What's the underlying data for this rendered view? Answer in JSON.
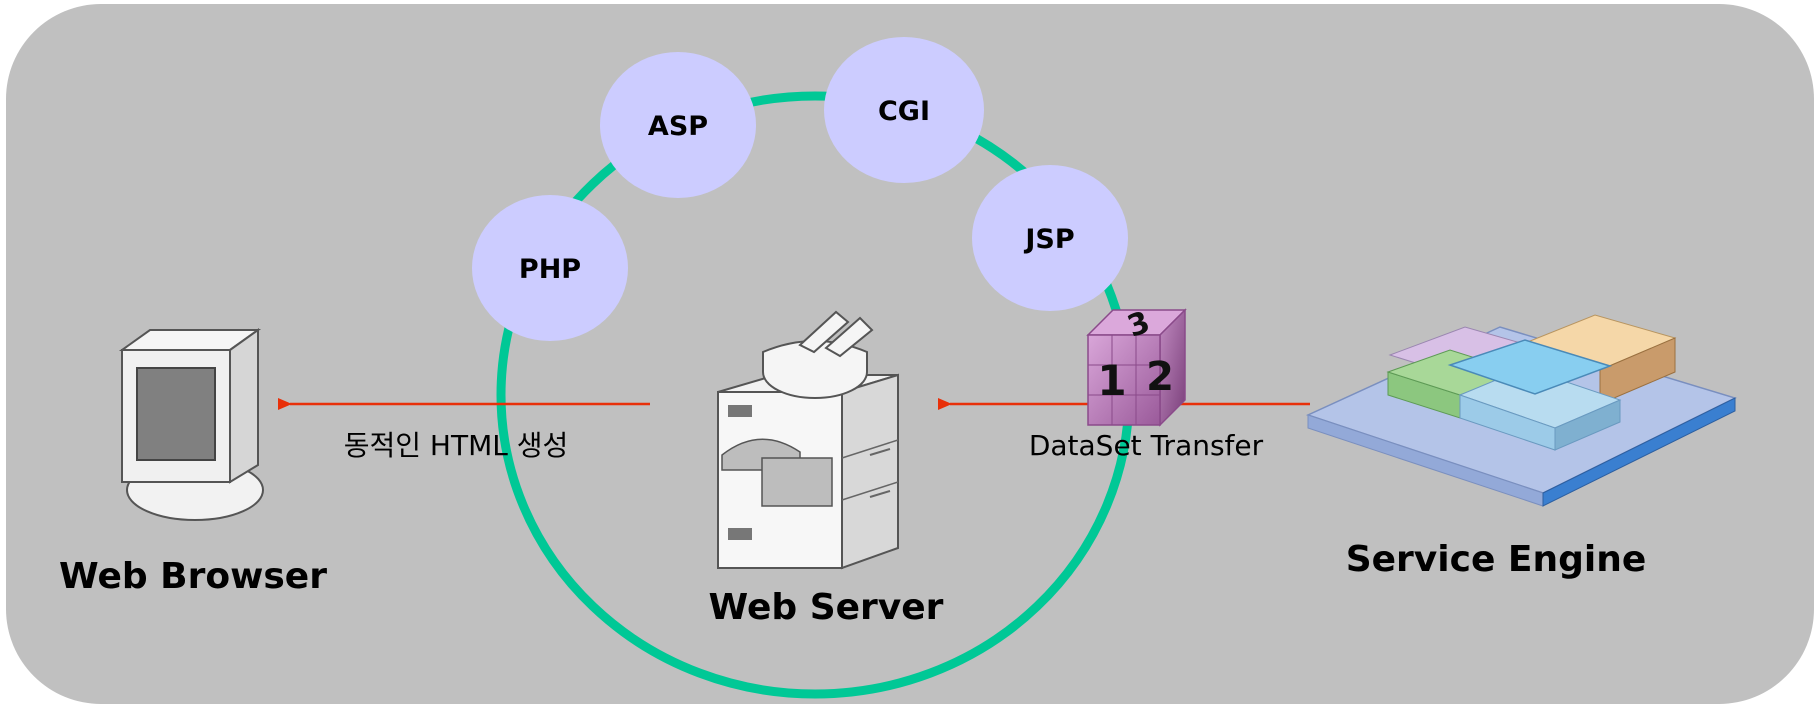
{
  "bubbles": {
    "php": "PHP",
    "asp": "ASP",
    "cgi": "CGI",
    "jsp": "JSP"
  },
  "nodes": {
    "web_browser": "Web Browser",
    "web_server": "Web Server",
    "service_engine": "Service Engine"
  },
  "edges": {
    "dynamic_html": "동적인 HTML 생성",
    "dataset_transfer": "DataSet Transfer"
  },
  "cube_digits": [
    "3",
    "1",
    "2"
  ],
  "colors": {
    "background_panel": "#c0c0c0",
    "ring": "#00c896",
    "bubble": "#ccccff",
    "arrow": "#e8300a"
  }
}
